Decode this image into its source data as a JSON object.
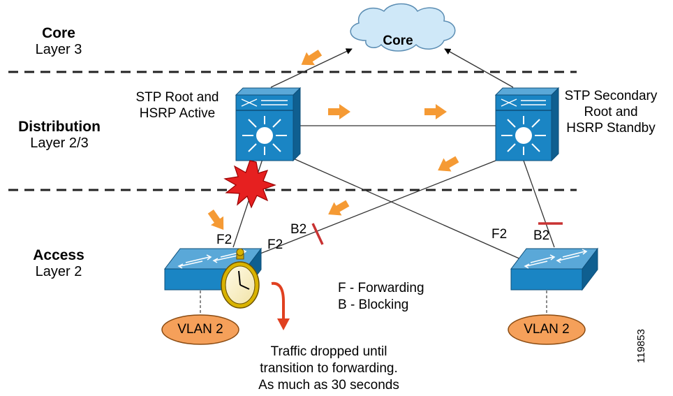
{
  "layers": {
    "core": {
      "title": "Core",
      "subtitle": "Layer 3"
    },
    "distribution": {
      "title": "Distribution",
      "subtitle": "Layer 2/3"
    },
    "access": {
      "title": "Access",
      "subtitle": "Layer 2"
    }
  },
  "cloud_label": "Core",
  "left_dist_label": [
    "STP Root and",
    "HSRP Active"
  ],
  "right_dist_label": [
    "STP Secondary",
    "Root  and",
    "HSRP Standby"
  ],
  "port_labels": {
    "left_access_uplink": "F2",
    "left_access_cross": "F2",
    "left_access_blocked": "B2",
    "right_access_cross": "F2",
    "right_access_blocked": "B2"
  },
  "legend": {
    "forwarding": "F - Forwarding",
    "blocking": "B - Blocking"
  },
  "vlans": {
    "left": "VLAN 2",
    "right": "VLAN 2"
  },
  "note": [
    "Traffic dropped until",
    "transition to forwarding.",
    "As much as 30 seconds"
  ],
  "figure_id": "119853",
  "colors": {
    "switch_blue": "#1a85c4",
    "arrow_orange": "#f59a34",
    "vlan_orange": "#f5a05a",
    "blocked_red": "#c83232",
    "failure_red": "#e62020",
    "cloud": "#cfe8f8"
  }
}
